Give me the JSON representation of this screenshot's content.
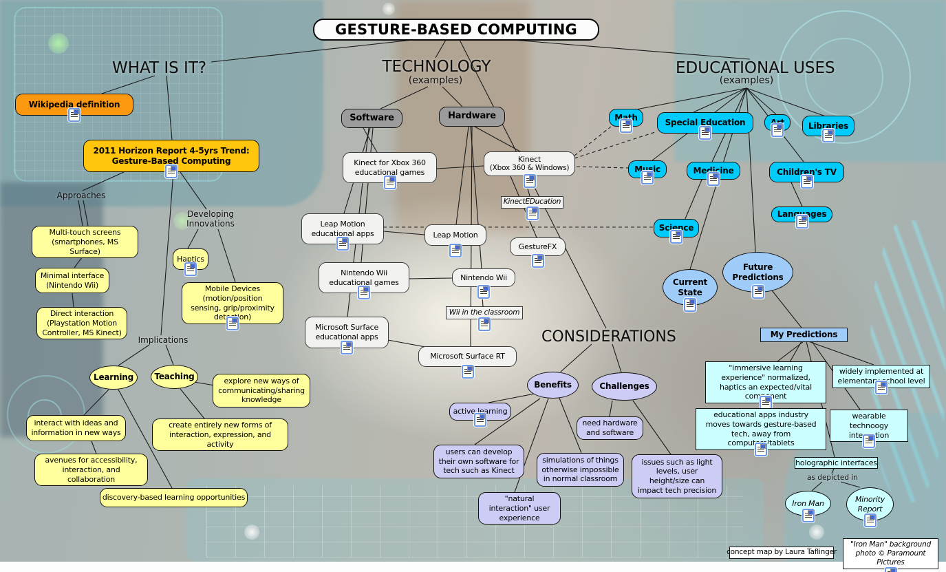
{
  "map_title": "GESTURE-BASED COMPUTING",
  "sections": {
    "what_is_it": "WHAT IS IT?",
    "technology": "TECHNOLOGY",
    "technology_sub": "(examples)",
    "educational_uses": "EDUCATIONAL USES",
    "educational_uses_sub": "(examples)",
    "considerations": "CONSIDERATIONS"
  },
  "linking_labels": {
    "approaches": "Approaches",
    "developing_innovations": "Developing Innovations",
    "implications": "Implications",
    "as_depicted_in": "as depicted in"
  },
  "nodes": {
    "wikipedia_definition": "Wikipedia definition",
    "horizon_report": "2011 Horizon Report 4-5yrs Trend: Gesture-Based Computing",
    "multi_touch": "Multi-touch screens (smartphones, MS Surface)",
    "minimal_interface": "Minimal interface (Nintendo Wii)",
    "direct_interaction": "Direct interaction (Playstation Motion Controller, MS Kinect)",
    "haptics": "Haptics",
    "mobile_devices": "Mobile Devices (motion/position sensing, grip/proximity detection)",
    "learning": "Learning",
    "teaching": "Teaching",
    "explore_new_ways": "explore new ways of communicating/sharing knowledge",
    "interact_ideas": "interact with ideas and information in new ways",
    "create_new_forms": "create entirely new forms of interaction, expression, and activity",
    "avenues": "avenues for accessibility, interaction, and collaboration",
    "discovery": "discovery-based learning opportunities",
    "software": "Software",
    "hardware": "Hardware",
    "kinect_games": "Kinect for Xbox 360 educational games",
    "kinect_title": "Kinect",
    "kinect_sub": "(Xbox 360 & Windows)",
    "kinect_education": "KinectEDucation",
    "leap_apps": "Leap Motion educational apps",
    "leap_motion": "Leap Motion",
    "wii_games": "Nintendo Wii educational games",
    "nintendo_wii": "Nintendo Wii",
    "wii_classroom": "Wii in the classroom",
    "surface_apps": "Microsoft Surface educational apps",
    "surface_rt": "Microsoft Surface RT",
    "gesturefx": "GestureFX",
    "math": "Math",
    "special_education": "Special Education",
    "art": "Art",
    "libraries": "Libraries",
    "music": "Music",
    "medicine": "Medicine",
    "childrens_tv": "Children's TV",
    "science": "Science",
    "languages": "Languages",
    "current_state": "Current State",
    "future_predictions": "Future Predictions",
    "my_predictions": "My Predictions",
    "benefits": "Benefits",
    "challenges": "Challenges",
    "active_learning": "active learning",
    "need_hw_sw": "need hardware and software",
    "users_develop": "users can develop their own software for tech such as Kinect",
    "simulations": "simulations of things otherwise impossible in normal classroom",
    "issues_light": "issues such as light levels, user height/size can impact tech precision",
    "natural_interaction": "\"natural interaction\" user experience",
    "immersive": "\"immersive learning experience\" normalized, haptics an expected/vital component",
    "widely_implemented": "widely implemented at elementary school level",
    "edu_apps_industry": "educational apps industry moves towards gesture-based tech, away from computers/tablets",
    "wearable": "wearable technoogy integration",
    "holographic": "holographic interfaces",
    "iron_man": "Iron Man",
    "minority_report": "Minority Report"
  },
  "credits": {
    "map_credit": "concept map by Laura Taflinger",
    "photo_credit": "\"Iron Man\" background photo © Paramount Pictures"
  },
  "icons": {
    "resource": "resource-icon"
  },
  "colors": {
    "orange": "#FB9810",
    "gold": "#FFC60D",
    "yellow": "#FFFE9D",
    "gray": "#9C9C9C",
    "white_node": "#F2F2F0",
    "cyan": "#00CBFB",
    "blue": "#9FCCF8",
    "lavender": "#CDCCF4",
    "light_cyan": "#CCFFFF",
    "line": "#1A1A1A"
  }
}
